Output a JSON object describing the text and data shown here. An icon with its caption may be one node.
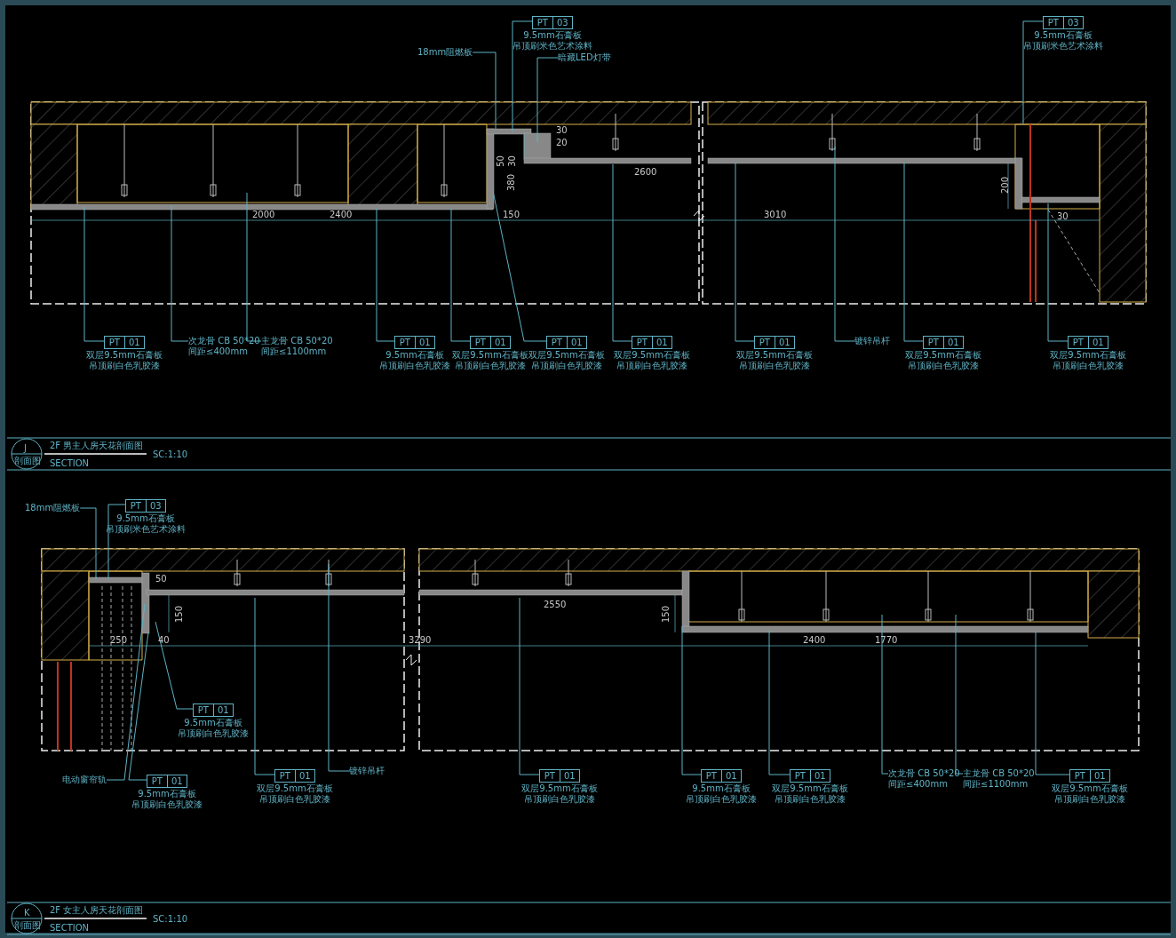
{
  "diagram": {
    "nodes": [
      {
        "text": [
          "PT",
          "01",
          "双层9.5mm石膏板",
          "吊顶刷白色乳胶漆"
        ]
      },
      {
        "text": [
          "次龙骨 CB 50*20",
          "间距≤400mm"
        ]
      },
      {
        "text": [
          "主龙骨 CB 50*20",
          "间距≤1100mm"
        ]
      },
      {
        "text": [
          "PT",
          "01",
          "9.5mm石膏板",
          "吊顶刷白色乳胶漆"
        ]
      },
      {
        "text": [
          "PT",
          "01",
          "双层9.5mm石膏板",
          "吊顶刷白色乳胶漆"
        ]
      },
      {
        "text": [
          "PT",
          "01",
          "双层9.5mm石膏板",
          "吊顶刷白色乳胶漆"
        ]
      },
      {
        "text": [
          "PT",
          "01",
          "双层9.5mm石膏板",
          "吊顶刷白色乳胶漆"
        ]
      },
      {
        "text": [
          "PT",
          "01",
          "双层9.5mm石膏板",
          "吊顶刷白色乳胶漆"
        ]
      },
      {
        "text": [
          "镀锌吊杆"
        ]
      },
      {
        "text": [
          "PT",
          "01",
          "双层9.5mm石膏板",
          "吊顶刷白色乳胶漆"
        ]
      },
      {
        "text": [
          "PT",
          "01",
          "双层9.5mm石膏板",
          "吊顶刷白色乳胶漆"
        ]
      },
      {
        "text": [
          "18mm阻燃板"
        ]
      },
      {
        "text": [
          "PT",
          "03",
          "9.5mm石膏板",
          "吊顶刷米色艺术涂料"
        ]
      },
      {
        "text": [
          "暗藏LED灯带"
        ]
      },
      {
        "text": [
          "PT",
          "03",
          "9.5mm石膏板",
          "吊顶刷米色艺术涂料"
        ]
      },
      {
        "text": [
          "18mm阻燃板"
        ]
      },
      {
        "text": [
          "PT",
          "03",
          "9.5mm石膏板",
          "吊顶刷米色艺术涂料"
        ]
      },
      {
        "text": [
          "PT",
          "01",
          "9.5mm石膏板",
          "吊顶刷白色乳胶漆"
        ]
      },
      {
        "text": [
          "电动窗帘轨"
        ]
      },
      {
        "text": [
          "PT",
          "01",
          "9.5mm石膏板",
          "吊顶刷白色乳胶漆"
        ]
      },
      {
        "text": [
          "PT",
          "01",
          "双层9.5mm石膏板",
          "吊顶刷白色乳胶漆"
        ]
      },
      {
        "text": [
          "镀锌吊杆"
        ]
      },
      {
        "text": [
          "PT",
          "01",
          "双层9.5mm石膏板",
          "吊顶刷白色乳胶漆"
        ]
      },
      {
        "text": [
          "PT",
          "01",
          "9.5mm石膏板",
          "吊顶刷白色乳胶漆"
        ]
      },
      {
        "text": [
          "PT",
          "01",
          "双层9.5mm石膏板",
          "吊顶刷白色乳胶漆"
        ]
      },
      {
        "text": [
          "次龙骨 CB 50*20",
          "间距≤400mm"
        ]
      },
      {
        "text": [
          "主龙骨 CB 50*20",
          "间距≤1100mm"
        ]
      },
      {
        "text": [
          "PT",
          "01",
          "双层9.5mm石膏板",
          "吊顶刷白色乳胶漆"
        ]
      }
    ],
    "edges": [
      {
        "from": 0,
        "to": null,
        "arrow": "none"
      },
      {
        "from": 1,
        "to": null,
        "arrow": "none"
      },
      {
        "from": 2,
        "to": null,
        "arrow": "none"
      },
      {
        "from": 3,
        "to": null,
        "arrow": "none"
      },
      {
        "from": 4,
        "to": null,
        "arrow": "none"
      },
      {
        "from": 5,
        "to": null,
        "arrow": "none"
      },
      {
        "from": 6,
        "to": null,
        "arrow": "none"
      },
      {
        "from": 7,
        "to": null,
        "arrow": "none"
      },
      {
        "from": 8,
        "to": null,
        "arrow": "none"
      },
      {
        "from": 9,
        "to": null,
        "arrow": "none"
      },
      {
        "from": 10,
        "to": null,
        "arrow": "none"
      },
      {
        "from": 11,
        "to": null,
        "arrow": "none"
      },
      {
        "from": 12,
        "to": null,
        "arrow": "none"
      },
      {
        "from": 13,
        "to": null,
        "arrow": "none"
      },
      {
        "from": 14,
        "to": null,
        "arrow": "none"
      },
      {
        "from": 15,
        "to": null,
        "arrow": "none"
      },
      {
        "from": 16,
        "to": null,
        "arrow": "none"
      },
      {
        "from": 17,
        "to": null,
        "arrow": "none"
      },
      {
        "from": 18,
        "to": null,
        "arrow": "none"
      },
      {
        "from": 19,
        "to": null,
        "arrow": "none"
      },
      {
        "from": 20,
        "to": null,
        "arrow": "none"
      },
      {
        "from": 21,
        "to": null,
        "arrow": "none"
      },
      {
        "from": 22,
        "to": null,
        "arrow": "none"
      },
      {
        "from": 23,
        "to": null,
        "arrow": "none"
      },
      {
        "from": 24,
        "to": null,
        "arrow": "none"
      },
      {
        "from": 25,
        "to": null,
        "arrow": "none"
      },
      {
        "from": 26,
        "to": null,
        "arrow": "none"
      },
      {
        "from": 27,
        "to": null,
        "arrow": "none"
      }
    ],
    "labels": [
      "J",
      "2F 男主人房天花剖面图",
      "剖面图",
      "SECTION",
      "SC:1:10",
      "K",
      "2F 女主人房天花剖面图",
      "剖面图",
      "SECTION",
      "SC:1:10",
      "50",
      "30",
      "380",
      "30",
      "20",
      "2600",
      "200",
      "2000",
      "2400",
      "150",
      "3010",
      "30",
      "50",
      "150",
      "250",
      "40",
      "3290",
      "2550",
      "150",
      "2400",
      "1770"
    ]
  }
}
